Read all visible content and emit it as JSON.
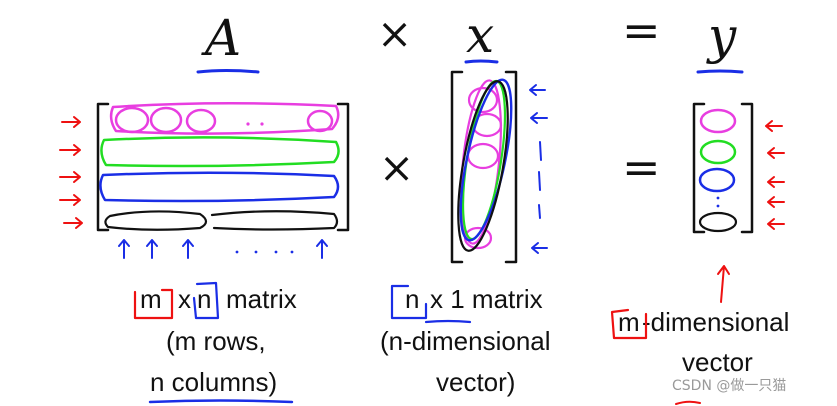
{
  "equation": {
    "matrix_symbol": "A",
    "times_symbol": "×",
    "vector_symbol": "x",
    "equals_symbol": "=",
    "result_symbol": "y"
  },
  "matrix_caption": {
    "line1_m": "m",
    "line1_x": "x",
    "line1_n": "n",
    "line1_rest": "matrix",
    "line2": "(m rows,",
    "line3": "n columns)"
  },
  "vector_caption": {
    "line1_n": "n",
    "line1_rest": "x 1 matrix",
    "line2": "(n-dimensional",
    "line3": "vector)"
  },
  "result_caption": {
    "line1_m": "m",
    "line1_rest": "-dimensional",
    "line2": "vector"
  },
  "watermark": "CSDN @做一只猫",
  "colors": {
    "magenta": "#e83ee0",
    "green": "#22dd22",
    "blue": "#1a2ee6",
    "black": "#111111",
    "red": "#ee1111"
  }
}
